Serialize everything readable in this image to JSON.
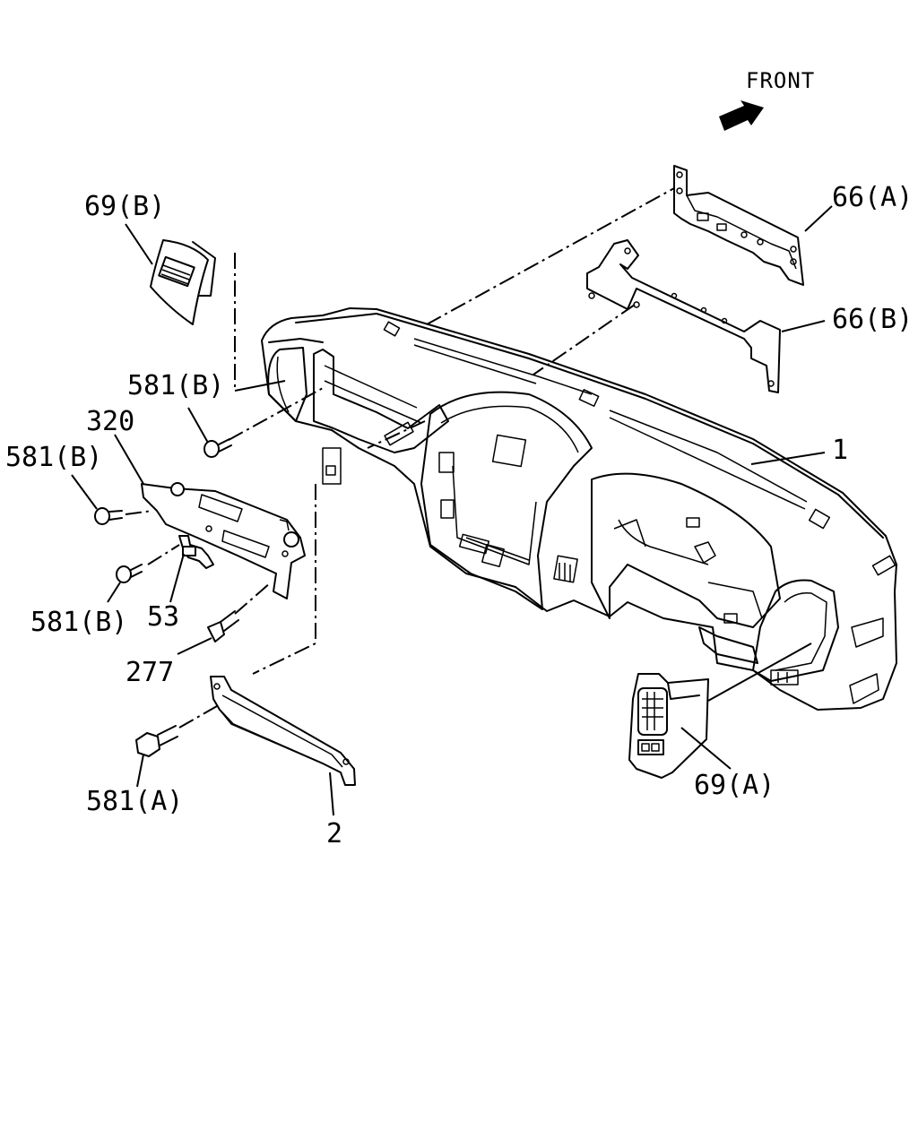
{
  "direction_label": "FRONT",
  "parts": [
    {
      "key": "p66a",
      "label": "66(A)"
    },
    {
      "key": "p66b",
      "label": "66(B)"
    },
    {
      "key": "p69b",
      "label": "69(B)"
    },
    {
      "key": "p581b_1",
      "label": "581(B)"
    },
    {
      "key": "p320",
      "label": "320"
    },
    {
      "key": "p581b_2",
      "label": "581(B)"
    },
    {
      "key": "p581b_3",
      "label": "581(B)"
    },
    {
      "key": "p53",
      "label": "53"
    },
    {
      "key": "p277",
      "label": "277"
    },
    {
      "key": "p1",
      "label": "1"
    },
    {
      "key": "p69a",
      "label": "69(A)"
    },
    {
      "key": "p581a",
      "label": "581(A)"
    },
    {
      "key": "p2",
      "label": "2"
    }
  ],
  "icons": {
    "front_arrow": "front-arrow-icon"
  }
}
